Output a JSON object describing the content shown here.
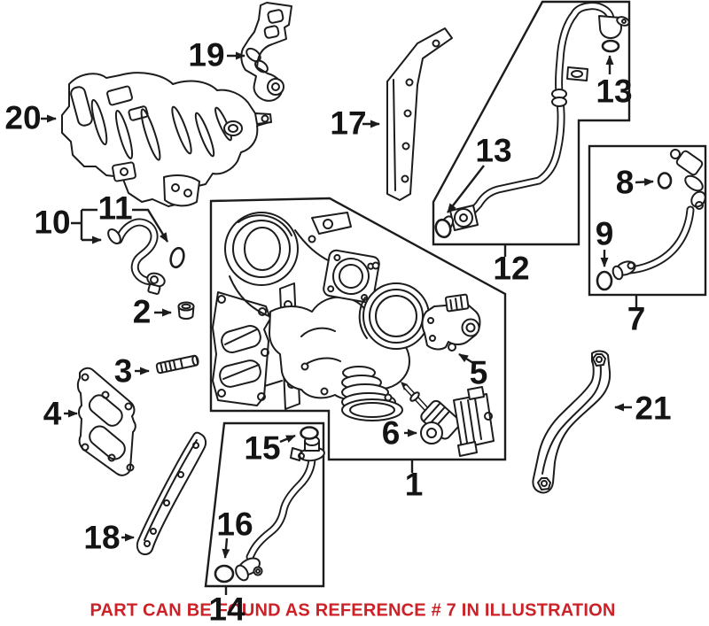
{
  "figure": {
    "background": "#ffffff",
    "line_color": "#1c1c1c",
    "note": {
      "text": "PART CAN BE FOUND AS REFERENCE # 7 IN ILLUSTRATION",
      "color": "#cc2127"
    },
    "callouts": {
      "c1": "1",
      "c2": "2",
      "c3": "3",
      "c4": "4",
      "c5": "5",
      "c6": "6",
      "c7": "7",
      "c8": "8",
      "c9": "9",
      "c10": "10",
      "c11": "11",
      "c12": "12",
      "c13_top": "13",
      "c13_mid": "13",
      "c14": "14",
      "c15": "15",
      "c16": "16",
      "c17": "17",
      "c18": "18",
      "c19": "19",
      "c20": "20",
      "c21": "21"
    }
  }
}
